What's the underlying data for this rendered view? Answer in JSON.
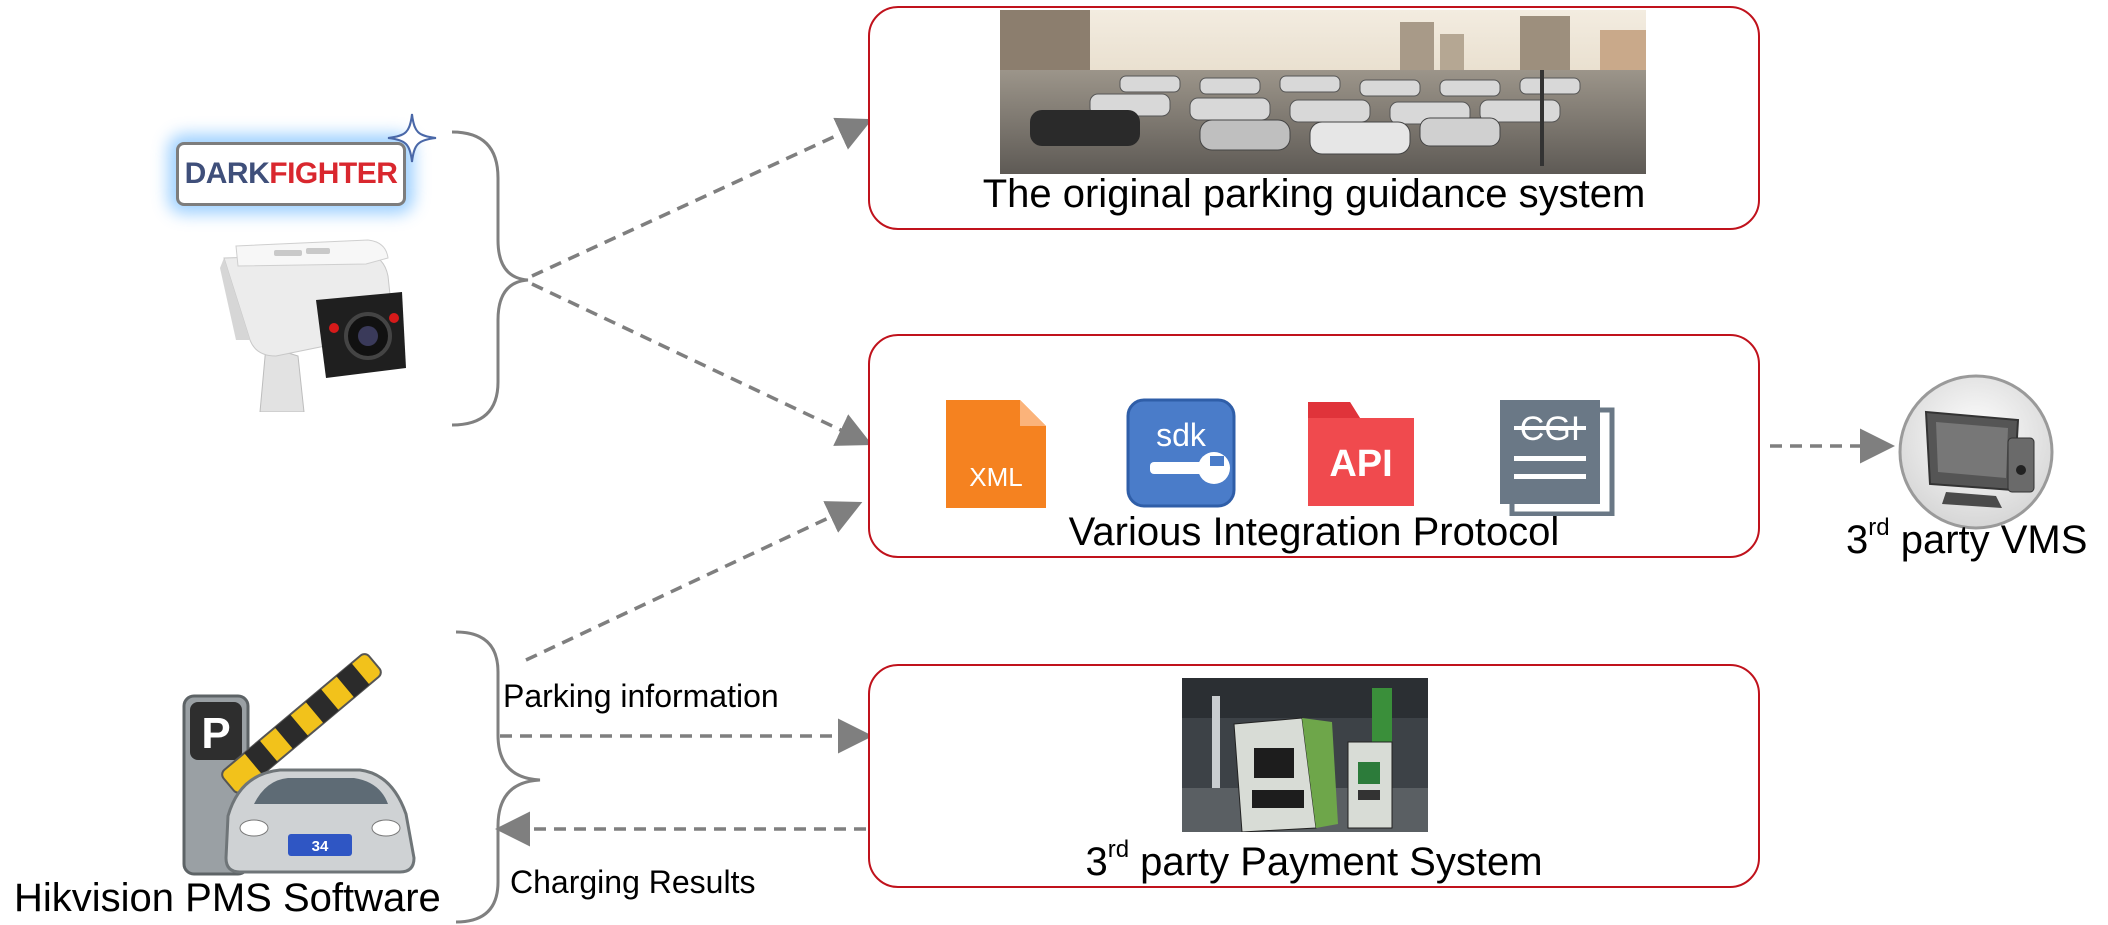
{
  "logo": {
    "part1": "DARK",
    "part2": "FIGHTER"
  },
  "boxes": {
    "original": {
      "caption": "The original parking guidance system"
    },
    "integration": {
      "caption": "Various Integration Protocol",
      "icons": [
        {
          "name": "xml-file-icon",
          "text": "XML"
        },
        {
          "name": "sdk-icon",
          "text": "sdk"
        },
        {
          "name": "api-icon",
          "text": "API"
        },
        {
          "name": "cgi-icon",
          "text": "CGI"
        }
      ]
    },
    "payment": {
      "caption_sup": "rd",
      "caption_prefix": "3",
      "caption_rest": " party Payment System"
    }
  },
  "vms": {
    "prefix": "3",
    "sup": "rd",
    "rest": " party VMS"
  },
  "pms": {
    "label": "Hikvision PMS Software",
    "plate": "34"
  },
  "flows": {
    "parking_info": "Parking information",
    "charging_results": "Charging Results"
  },
  "colors": {
    "box_border": "#c0121c",
    "arrow": "#7f7f7f",
    "brace": "#808080"
  }
}
